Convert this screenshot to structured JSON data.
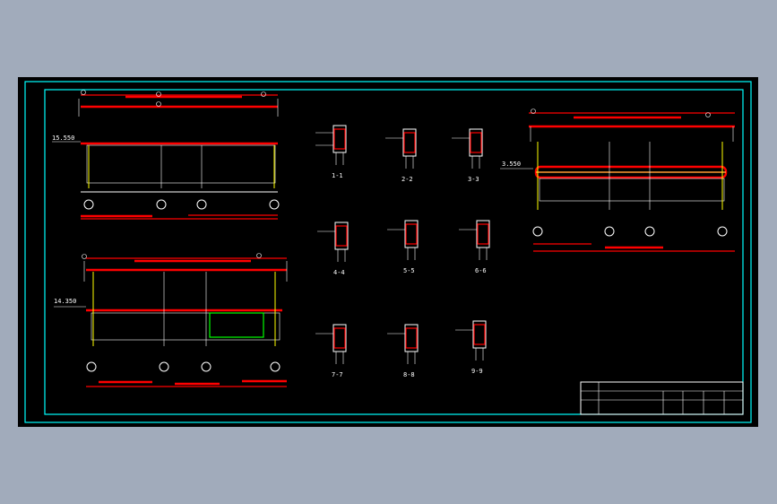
{
  "drawing": {
    "elevations": {
      "top_left": {
        "level": "15.550"
      },
      "bottom_left": {
        "level": "14.350"
      },
      "right": {
        "level": "3.550"
      }
    },
    "sections": [
      "1-1",
      "2-2",
      "3-3",
      "4-4",
      "5-5",
      "6-6",
      "7-7",
      "8-8",
      "9-9"
    ]
  },
  "colors": {
    "background": "#000000",
    "frame": "#00ffff",
    "beam": "#ff0000",
    "column": "#ffff00",
    "line": "#ffffff",
    "highlight": "#00ff00"
  }
}
